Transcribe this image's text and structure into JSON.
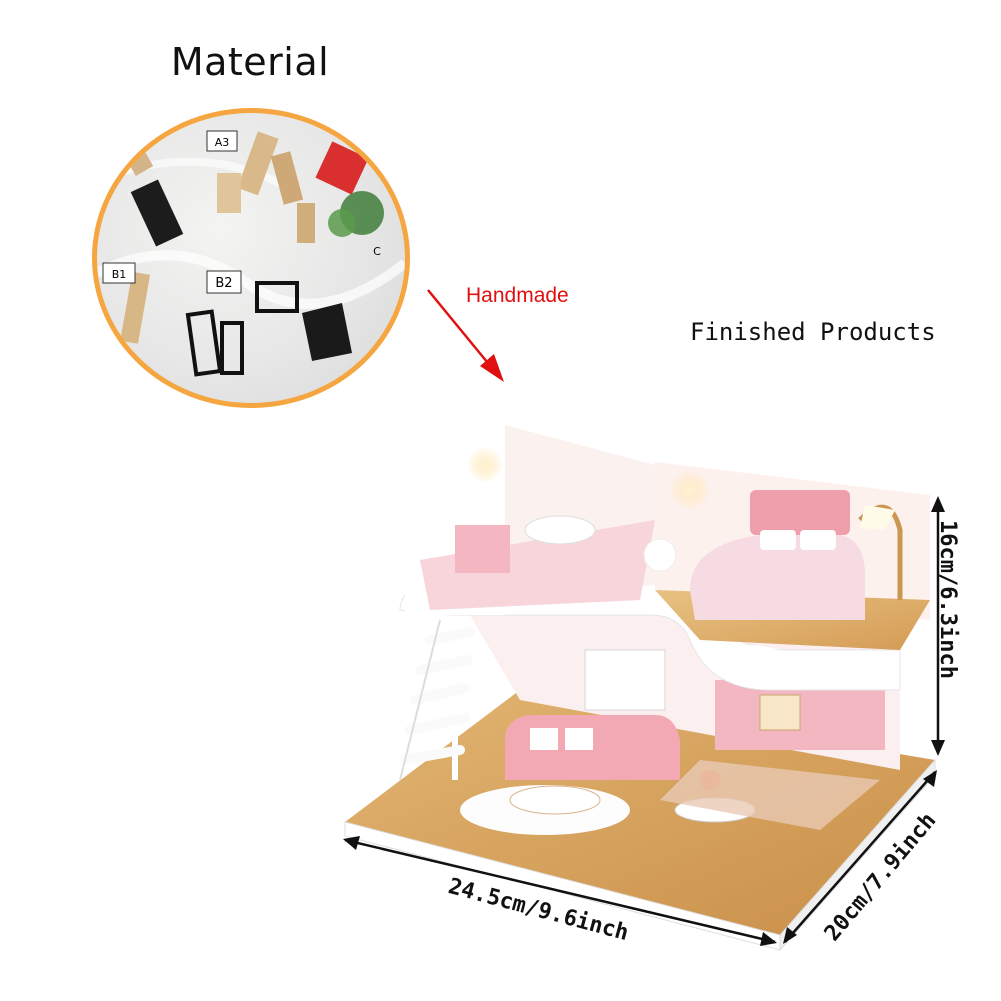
{
  "labels": {
    "material": "Material",
    "handmade": "Handmade",
    "finished": "Finished Products"
  },
  "material_tags": [
    "A3",
    "B1",
    "B2",
    "C"
  ],
  "dimensions": {
    "width": "24.5cm/9.6inch",
    "height": "16cm/6.3inch",
    "depth": "20cm/7.9inch"
  },
  "colors": {
    "circle_border": "#f6a640",
    "arrow": "#e01010",
    "wall_pink": "#f3c6cc",
    "floor_wood": "#d9a55e",
    "text": "#111111"
  }
}
